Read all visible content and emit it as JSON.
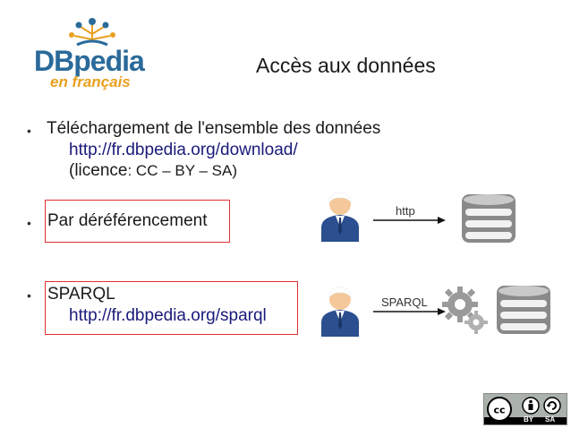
{
  "logo": {
    "name": "DBpedia",
    "tagline": "en français"
  },
  "title": "Accès aux données",
  "bullets": [
    {
      "label": "Téléchargement de l'ensemble des données",
      "link": "http://fr.dbpedia.org/download/",
      "licence_prefix": "(licence",
      "licence_rest": ": CC – BY – SA)"
    },
    {
      "label": "Par déréférencement"
    },
    {
      "label": "SPARQL",
      "link": "http://fr.dbpedia.org/sparql"
    }
  ],
  "diagram": {
    "http_label": "http",
    "sparql_label": "SPARQL"
  },
  "license_badge": {
    "by": "BY",
    "sa": "SA"
  },
  "colors": {
    "redbox": "#e03030",
    "link": "#1a1a7a",
    "user_blue": "#2b4f8f",
    "db_gray": "#8a8a8a"
  }
}
